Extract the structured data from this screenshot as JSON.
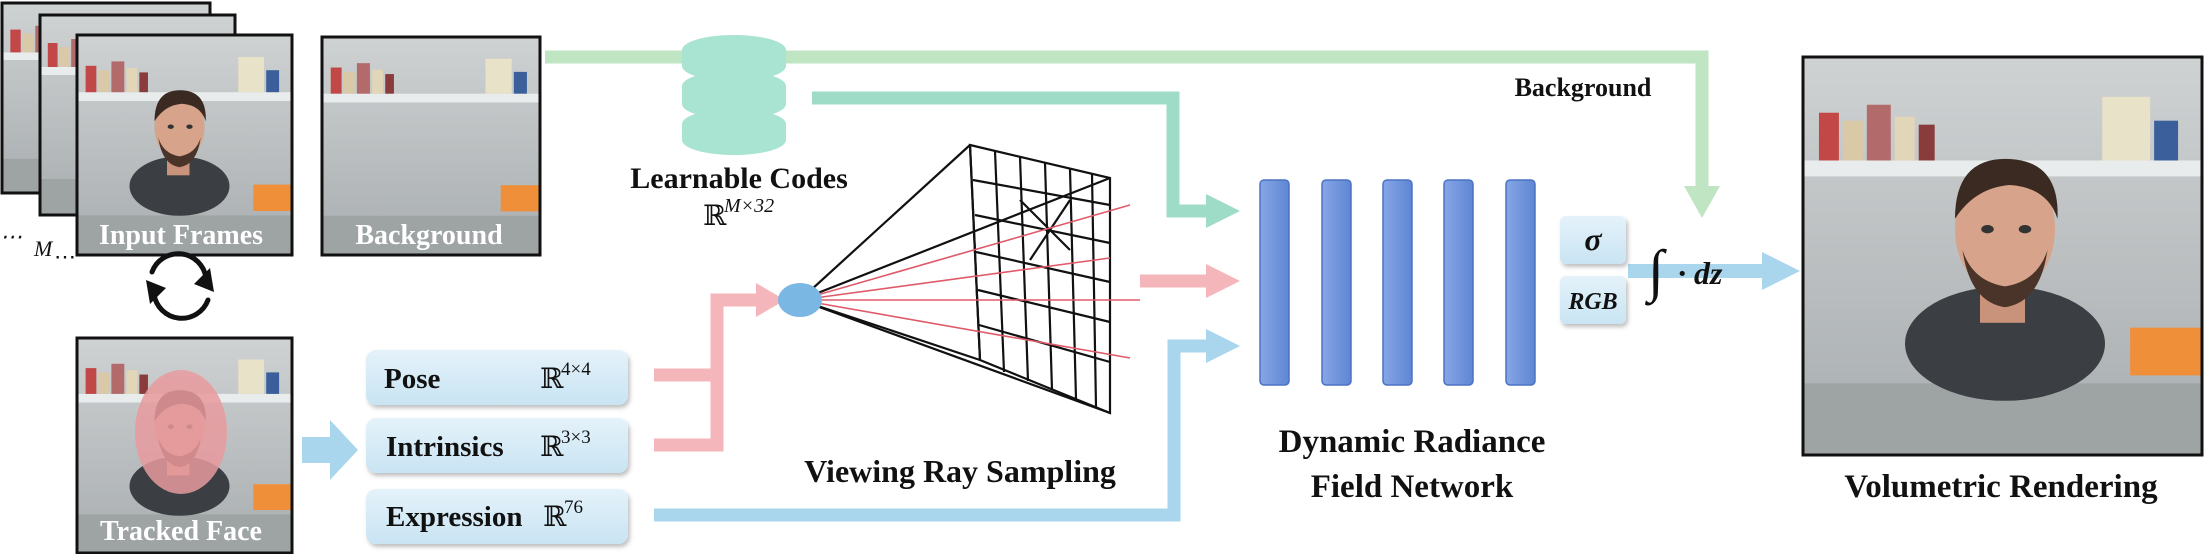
{
  "labels": {
    "input_frames": "Input Frames",
    "frames_count": "M",
    "background": "Background",
    "tracked_face": "Tracked Face",
    "learnable_codes": "Learnable Codes",
    "codes_space": "ℝ",
    "codes_sup": "M×32",
    "pose": "Pose",
    "pose_space": "ℝ",
    "pose_sup": "4×4",
    "intrinsics": "Intrinsics",
    "intrinsics_space": "ℝ",
    "intrinsics_sup": "3×3",
    "expression": "Expression",
    "expression_space": "ℝ",
    "expression_sup": "76",
    "viewing_ray_sampling": "Viewing Ray Sampling",
    "network_line1": "Dynamic Radiance",
    "network_line2": "Field Network",
    "sigma": "σ",
    "rgb": "RGB",
    "integral": "∫",
    "integral_rest": "· dz",
    "background_arrow": "Background",
    "volumetric_rendering": "Volumetric Rendering"
  },
  "colors": {
    "green_arrow": "#bfe5c3",
    "teal_arrow": "#9fdcc8",
    "pink_arrow": "#f4b6bb",
    "blue_arrow": "#a9d6ec",
    "network_bar": "#7396db",
    "param_box": "#d5ebf6",
    "database": "#a9e3d2",
    "camera_dot": "#7ab7e3",
    "orange_accent": "#ef8f3a"
  },
  "icons": [
    "database-icon",
    "cycle-arrows-icon",
    "camera-icon",
    "network-layer-bars"
  ]
}
